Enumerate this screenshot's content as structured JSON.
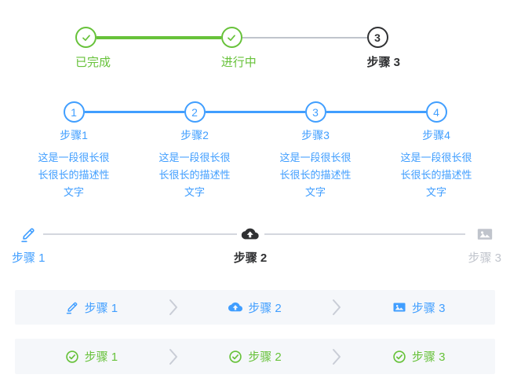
{
  "colors": {
    "primary_blue": "#409EFF",
    "success_green": "#67C23A",
    "process_dark": "#303133",
    "wait_gray": "#C0C4CC",
    "line_gray": "#C0C4CC",
    "bar_background": "#F5F7FA"
  },
  "demo_status_steps": {
    "items": [
      {
        "title": "已完成",
        "status": "finish",
        "icon": "check"
      },
      {
        "title": "进行中",
        "status": "finish",
        "icon": "check"
      },
      {
        "title": "步骤 3",
        "status": "process",
        "number": "3"
      }
    ]
  },
  "demo_numbered_steps": {
    "items": [
      {
        "number": "1",
        "title": "步骤1",
        "description": "这是一段很长很长很长的描述性文字"
      },
      {
        "number": "2",
        "title": "步骤2",
        "description": "这是一段很长很长很长的描述性文字"
      },
      {
        "number": "3",
        "title": "步骤3",
        "description": "这是一段很长很长很长的描述性文字"
      },
      {
        "number": "4",
        "title": "步骤4",
        "description": "这是一段很长很长很长的描述性文字"
      }
    ]
  },
  "demo_icon_steps": {
    "items": [
      {
        "title": "步骤 1",
        "icon": "edit-icon",
        "status": "finish"
      },
      {
        "title": "步骤 2",
        "icon": "upload-icon",
        "status": "process"
      },
      {
        "title": "步骤 3",
        "icon": "picture-icon",
        "status": "wait"
      }
    ]
  },
  "demo_simple_steps_blue": {
    "items": [
      {
        "title": "步骤 1",
        "icon": "edit-icon"
      },
      {
        "title": "步骤 2",
        "icon": "upload-icon"
      },
      {
        "title": "步骤 3",
        "icon": "picture-icon"
      }
    ]
  },
  "demo_simple_steps_green": {
    "items": [
      {
        "title": "步骤 1",
        "icon": "circle-check-icon"
      },
      {
        "title": "步骤 2",
        "icon": "circle-check-icon"
      },
      {
        "title": "步骤 3",
        "icon": "circle-check-icon"
      }
    ]
  }
}
